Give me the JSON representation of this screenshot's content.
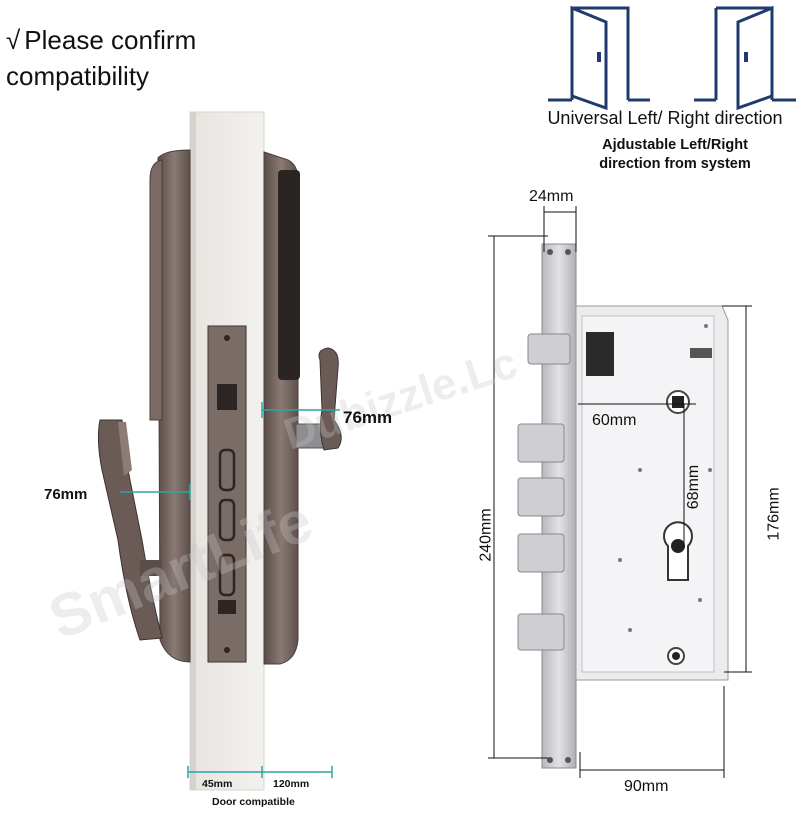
{
  "headline": {
    "check": "√",
    "line1": "Please confirm",
    "line2": "compatibility"
  },
  "direction": {
    "title": "Universal Left/ Right direction",
    "subtitle_line1": "Ajdustable Left/Right",
    "subtitle_line2": "direction from system"
  },
  "lock_dims": {
    "handle_left": "76mm",
    "handle_right": "76mm",
    "door_thickness_a": "45mm",
    "door_thickness_b": "120mm",
    "door_caption": "Door compatible"
  },
  "mortise_dims": {
    "faceplate_width": "24mm",
    "backset": "60mm",
    "center_distance": "68mm",
    "total_height": "240mm",
    "case_height": "176mm",
    "case_depth": "90mm"
  },
  "watermark": {
    "line1": "Dubizzle.Lc",
    "line2": "SmartLife"
  },
  "colors": {
    "door_icon": "#1f3b6e",
    "bronze": "#6e5f5a",
    "steel": "#c9c9cc",
    "guide": "#2aa6a0"
  }
}
